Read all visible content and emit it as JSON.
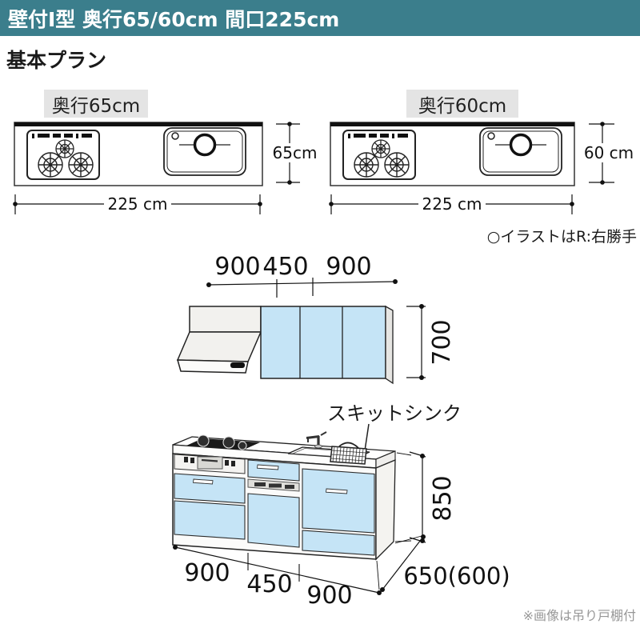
{
  "header": {
    "title": "壁付I型 奥行65/60cm 間口225cm"
  },
  "section_title": "基本プラン",
  "top_views": {
    "left": {
      "label": "奥行65cm",
      "width": "225 cm",
      "depth": "65cm"
    },
    "right": {
      "label": "奥行60cm",
      "width": "225 cm",
      "depth": "60 cm"
    }
  },
  "note_right_hand": "○イラストはR:右勝手",
  "wall_cabinet": {
    "widths": [
      "900",
      "450",
      "900"
    ],
    "height": "700"
  },
  "base_cabinet": {
    "sink_label": "スキットシンク",
    "height": "850",
    "widths": [
      "900",
      "450",
      "900"
    ],
    "depth": "650(600)"
  },
  "footnote": "※画像は吊り戸棚付",
  "colors": {
    "accent_teal": "#3b7e8c",
    "cabinet_blue": "#c5e4f6",
    "label_gray": "#e4e4e4",
    "line_ink": "#222222"
  }
}
